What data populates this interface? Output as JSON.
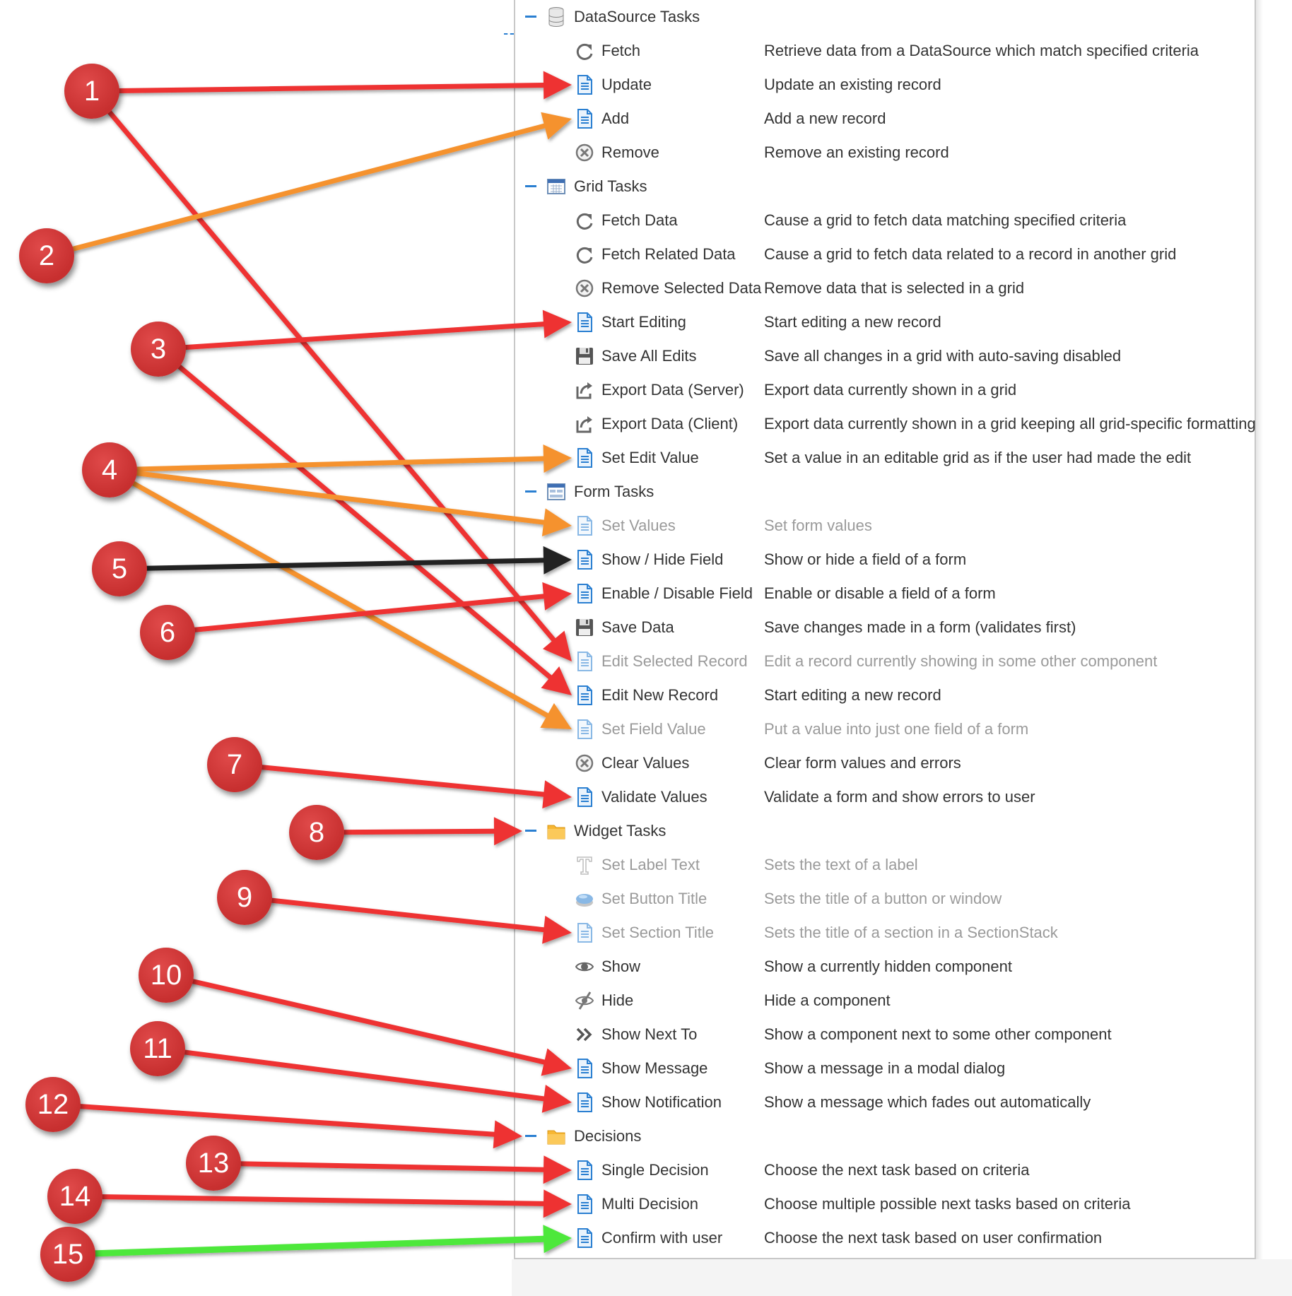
{
  "palette": {
    "accent": "#2a7fd1",
    "red_arrow": "#ee3030",
    "orange_arrow": "#f5922e",
    "black_arrow": "#222222",
    "green_arrow": "#4de83a",
    "badge": "#d23a3a"
  },
  "rows": [
    {
      "kind": "header",
      "name": "DataSource Tasks",
      "icon": "database-icon"
    },
    {
      "kind": "item",
      "name": "Fetch",
      "desc": "Retrieve data from a DataSource which match specified criteria",
      "icon": "refresh-icon",
      "disabled": false
    },
    {
      "kind": "item",
      "name": "Update",
      "desc": "Update an existing record",
      "icon": "document-icon",
      "disabled": false
    },
    {
      "kind": "item",
      "name": "Add",
      "desc": "Add a new record",
      "icon": "document-icon",
      "disabled": false
    },
    {
      "kind": "item",
      "name": "Remove",
      "desc": "Remove an existing record",
      "icon": "remove-circle-icon",
      "disabled": false
    },
    {
      "kind": "header",
      "name": "Grid Tasks",
      "icon": "grid-icon"
    },
    {
      "kind": "item",
      "name": "Fetch Data",
      "desc": "Cause a grid to fetch data matching specified criteria",
      "icon": "refresh-icon",
      "disabled": false
    },
    {
      "kind": "item",
      "name": "Fetch Related Data",
      "desc": "Cause a grid to fetch data related to a record in another grid",
      "icon": "refresh-icon",
      "disabled": false
    },
    {
      "kind": "item",
      "name": "Remove Selected Data",
      "desc": "Remove data that is selected in a grid",
      "icon": "remove-circle-icon",
      "disabled": false
    },
    {
      "kind": "item",
      "name": "Start Editing",
      "desc": "Start editing a new record",
      "icon": "document-icon",
      "disabled": false
    },
    {
      "kind": "item",
      "name": "Save All Edits",
      "desc": "Save all changes in a grid with auto-saving disabled",
      "icon": "save-icon",
      "disabled": false
    },
    {
      "kind": "item",
      "name": "Export Data (Server)",
      "desc": "Export data currently shown in a grid",
      "icon": "export-icon",
      "disabled": false
    },
    {
      "kind": "item",
      "name": "Export Data (Client)",
      "desc": "Export data currently shown in a grid keeping all grid-specific formatting",
      "icon": "export-icon",
      "disabled": false
    },
    {
      "kind": "item",
      "name": "Set Edit Value",
      "desc": "Set a value in an editable grid as if the user had made the edit",
      "icon": "document-icon",
      "disabled": false
    },
    {
      "kind": "header",
      "name": "Form Tasks",
      "icon": "form-icon"
    },
    {
      "kind": "item",
      "name": "Set Values",
      "desc": "Set form values",
      "icon": "document-icon",
      "disabled": true
    },
    {
      "kind": "item",
      "name": "Show / Hide Field",
      "desc": "Show or hide a field of a form",
      "icon": "document-icon",
      "disabled": false
    },
    {
      "kind": "item",
      "name": "Enable / Disable Field",
      "desc": "Enable or disable a field of a form",
      "icon": "document-icon",
      "disabled": false
    },
    {
      "kind": "item",
      "name": "Save Data",
      "desc": "Save changes made in a form (validates first)",
      "icon": "save-icon",
      "disabled": false
    },
    {
      "kind": "item",
      "name": "Edit Selected Record",
      "desc": "Edit a record currently showing in some other component",
      "icon": "document-icon",
      "disabled": true
    },
    {
      "kind": "item",
      "name": "Edit New Record",
      "desc": "Start editing a new record",
      "icon": "document-icon",
      "disabled": false
    },
    {
      "kind": "item",
      "name": "Set Field Value",
      "desc": "Put a value into just one field of a form",
      "icon": "document-icon",
      "disabled": true
    },
    {
      "kind": "item",
      "name": "Clear Values",
      "desc": "Clear form values and errors",
      "icon": "remove-circle-icon",
      "disabled": false
    },
    {
      "kind": "item",
      "name": "Validate Values",
      "desc": "Validate a form and show errors to user",
      "icon": "document-icon",
      "disabled": false
    },
    {
      "kind": "header",
      "name": "Widget Tasks",
      "icon": "folder-icon"
    },
    {
      "kind": "item",
      "name": "Set Label Text",
      "desc": "Sets the text of a label",
      "icon": "text-icon",
      "disabled": true
    },
    {
      "kind": "item",
      "name": "Set Button Title",
      "desc": "Sets the title of a button or window",
      "icon": "button-icon",
      "disabled": true
    },
    {
      "kind": "item",
      "name": "Set Section Title",
      "desc": "Sets the title of a section in a SectionStack",
      "icon": "document-icon",
      "disabled": true
    },
    {
      "kind": "item",
      "name": "Show",
      "desc": "Show a currently hidden component",
      "icon": "eye-icon",
      "disabled": false
    },
    {
      "kind": "item",
      "name": "Hide",
      "desc": "Hide a component",
      "icon": "eye-slash-icon",
      "disabled": false
    },
    {
      "kind": "item",
      "name": "Show Next To",
      "desc": "Show a component next to some other component",
      "icon": "double-chevron-icon",
      "disabled": false
    },
    {
      "kind": "item",
      "name": "Show Message",
      "desc": "Show a message in a modal dialog",
      "icon": "document-icon",
      "disabled": false
    },
    {
      "kind": "item",
      "name": "Show Notification",
      "desc": "Show a message which fades out automatically",
      "icon": "document-icon",
      "disabled": false
    },
    {
      "kind": "header",
      "name": "Decisions",
      "icon": "folder-icon"
    },
    {
      "kind": "item",
      "name": "Single Decision",
      "desc": "Choose the next task based on criteria",
      "icon": "document-icon",
      "disabled": false
    },
    {
      "kind": "item",
      "name": "Multi Decision",
      "desc": "Choose multiple possible next tasks based on criteria",
      "icon": "document-icon",
      "disabled": false
    },
    {
      "kind": "item",
      "name": "Confirm with user",
      "desc": "Choose the next task based on user confirmation",
      "icon": "document-icon",
      "disabled": false
    }
  ],
  "badges": [
    {
      "label": "1",
      "arrows": [
        {
          "to_row": 2,
          "color": "red"
        },
        {
          "to_row": 19,
          "color": "red"
        }
      ]
    },
    {
      "label": "2",
      "arrows": [
        {
          "to_row": 3,
          "color": "orange"
        }
      ]
    },
    {
      "label": "3",
      "arrows": [
        {
          "to_row": 9,
          "color": "red"
        },
        {
          "to_row": 20,
          "color": "red"
        }
      ]
    },
    {
      "label": "4",
      "arrows": [
        {
          "to_row": 13,
          "color": "orange"
        },
        {
          "to_row": 15,
          "color": "orange"
        },
        {
          "to_row": 21,
          "color": "orange"
        }
      ]
    },
    {
      "label": "5",
      "arrows": [
        {
          "to_row": 16,
          "color": "black"
        }
      ]
    },
    {
      "label": "6",
      "arrows": [
        {
          "to_row": 17,
          "color": "red"
        }
      ]
    },
    {
      "label": "7",
      "arrows": [
        {
          "to_row": 23,
          "color": "red"
        }
      ]
    },
    {
      "label": "8",
      "arrows": [
        {
          "to_row": 24,
          "color": "red"
        }
      ]
    },
    {
      "label": "9",
      "arrows": [
        {
          "to_row": 27,
          "color": "red"
        }
      ]
    },
    {
      "label": "10",
      "arrows": [
        {
          "to_row": 31,
          "color": "red"
        }
      ]
    },
    {
      "label": "11",
      "arrows": [
        {
          "to_row": 32,
          "color": "red"
        }
      ]
    },
    {
      "label": "12",
      "arrows": [
        {
          "to_row": 33,
          "color": "red"
        }
      ]
    },
    {
      "label": "13",
      "arrows": [
        {
          "to_row": 34,
          "color": "red"
        }
      ]
    },
    {
      "label": "14",
      "arrows": [
        {
          "to_row": 35,
          "color": "red"
        }
      ]
    },
    {
      "label": "15",
      "arrows": [
        {
          "to_row": 36,
          "color": "green"
        }
      ]
    }
  ]
}
